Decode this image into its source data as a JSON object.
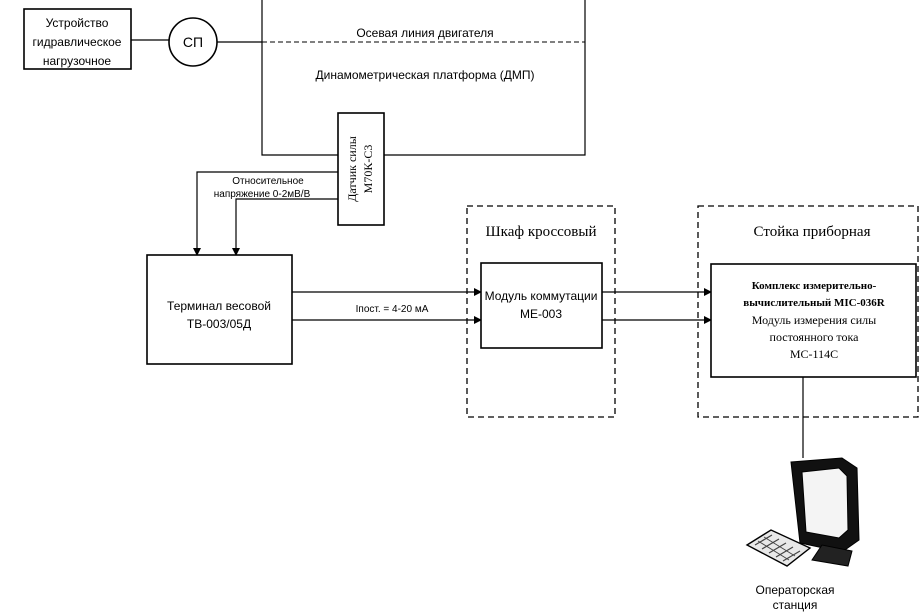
{
  "hydraulic_device": {
    "line1": "Устройство",
    "line2": "гидравлическое",
    "line3": "нагрузочное"
  },
  "sp_label": "СП",
  "platform": {
    "axis_label": "Осевая линия двигателя",
    "title": "Динамометрическая платформа (ДМП)"
  },
  "sensor": {
    "line1": "Датчик силы",
    "line2": "М70К-С3"
  },
  "relative_voltage": {
    "line1": "Относительное",
    "line2": "напряжение 0-2мВ/В"
  },
  "terminal": {
    "line1": "Терминал весовой",
    "line2": "ТВ-003/05Д"
  },
  "current_label": "Iпост. = 4-20 мА",
  "cross_cabinet": {
    "title": "Шкаф кроссовый",
    "module_line1": "Модуль коммутации",
    "module_line2": "МЕ-003"
  },
  "instrument_rack": {
    "title": "Стойка приборная",
    "complex_line1": "Комплекс измерительно-",
    "complex_line2": "вычислительный МІС-036R",
    "complex_line3": "Модуль измерения силы",
    "complex_line4": "постоянного тока",
    "complex_line5": "МС-114С"
  },
  "operator_station": {
    "line1": "Операторская",
    "line2": "станция"
  }
}
